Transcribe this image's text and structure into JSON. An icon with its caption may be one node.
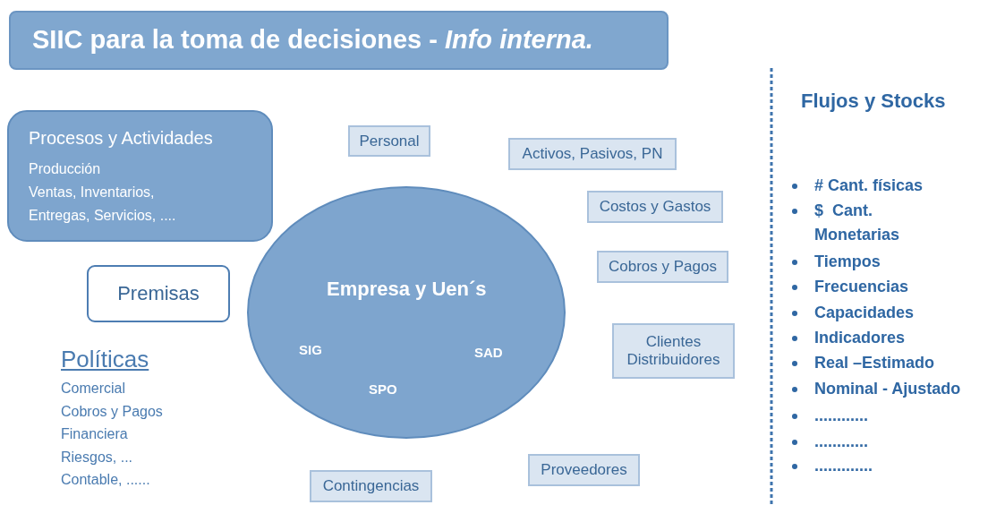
{
  "diagram": {
    "nodes": [
      {
        "text": [
          "SIIC para la toma de decisiones  - *Info interna.*"
        ]
      },
      {
        "text": [
          "Procesos y Actividades",
          "Producción",
          "Ventas, Inventarios,",
          "Entregas, Servicios, ...."
        ]
      },
      {
        "text": [
          "Premisas"
        ]
      },
      {
        "text": [
          "Empresa y Uen´s",
          "SIG",
          "SAD",
          "SPO"
        ]
      },
      {
        "text": [
          "Personal"
        ]
      },
      {
        "text": [
          "Activos, Pasivos, PN"
        ]
      },
      {
        "text": [
          "Costos y Gastos"
        ]
      },
      {
        "text": [
          "Cobros y Pagos"
        ]
      },
      {
        "text": [
          "Clientes Distribuidores"
        ]
      },
      {
        "text": [
          "Proveedores"
        ]
      },
      {
        "text": [
          "Contingencias"
        ]
      }
    ],
    "labels": [
      "Políticas",
      "Comercial",
      "Cobros y Pagos",
      "Financiera",
      "Riesgos, ...",
      "Contable, ......",
      "Flujos y Stocks",
      "# Cant. físicas",
      "$  Cant. Monetarias",
      "Tiempos",
      "Frecuencias",
      "Capacidades",
      "Indicadores",
      "Real –Estimado",
      "Nominal - Ajustado",
      "............",
      "............",
      "............."
    ]
  }
}
